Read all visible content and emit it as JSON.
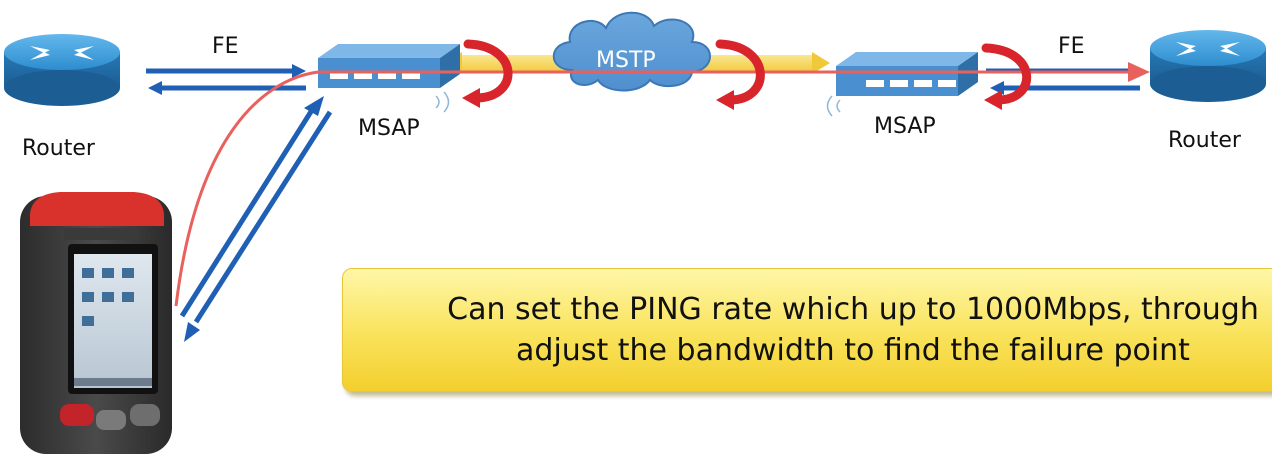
{
  "labels": {
    "router_left": "Router",
    "router_right": "Router",
    "msap_left": "MSAP",
    "msap_right": "MSAP",
    "fe_left": "FE",
    "fe_right": "FE",
    "cloud": "MSTP"
  },
  "callout": {
    "line1": "Can set the PING rate which up to 1000Mbps, through",
    "line2": "adjust the bandwidth to find the failure point"
  },
  "colors": {
    "link_blue": "#1f5fb4",
    "ping_red": "#e8615c",
    "u_turn_red": "#d8252b",
    "yellow_path": "#f2d24a",
    "cloud_blue": "#5b9bd5",
    "router_body": "#2f8fd0",
    "callout_yellow": "#f9e25a"
  },
  "icons": {
    "router": "router-icon",
    "switch": "msap-switch-icon",
    "cloud": "cloud-icon",
    "tester": "handheld-tester-icon"
  }
}
